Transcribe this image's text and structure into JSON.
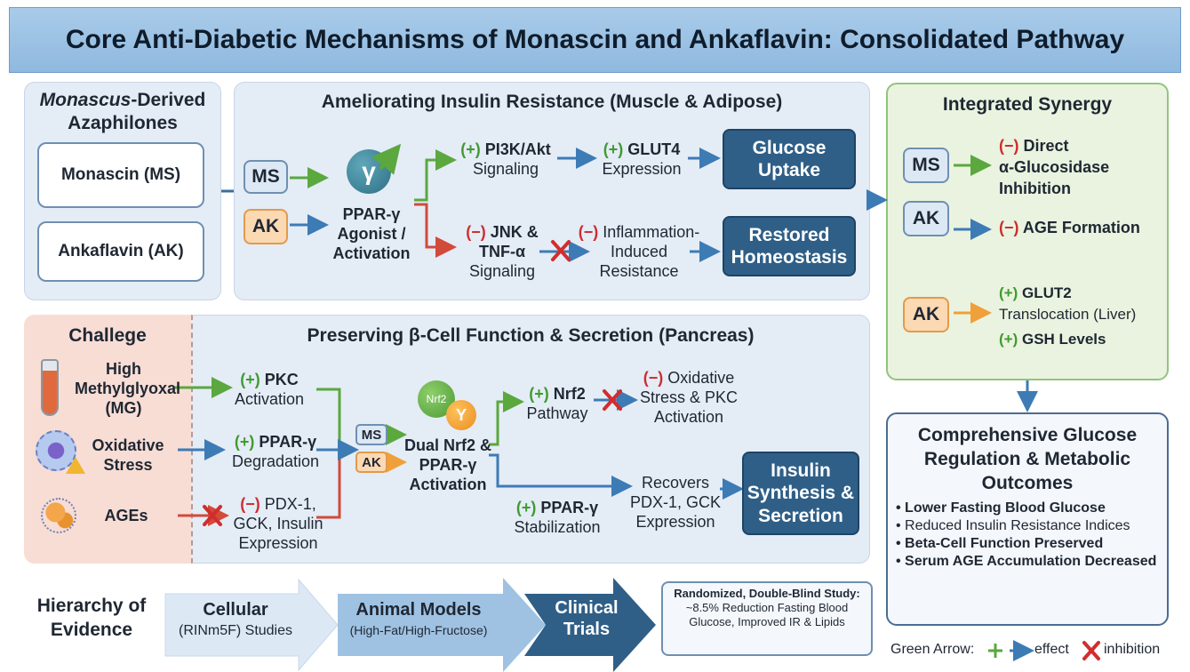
{
  "title": "Core Anti-Diabetic Mechanisms of Monascin and Ankaflavin: Consolidated Pathway",
  "azaphilones": {
    "heading_italic": "Monascus",
    "heading_rest": "-Derived",
    "heading_line2": "Azaphilones",
    "monascin": "Monascin (MS)",
    "ankaflavin": "Ankaflavin (AK)"
  },
  "insulin_resistance": {
    "heading": "Ameliorating Insulin Resistance (Muscle & Adipose)",
    "ms": "MS",
    "ak": "AK",
    "ppar_label": "PPAR-γ Agonist / Activation",
    "ppar_glyph": "γ",
    "pi3k_sign": "(+)",
    "pi3k": "PI3K/Akt",
    "pi3k_sub": "Signaling",
    "glut4_sign": "(+)",
    "glut4": "GLUT4",
    "glut4_sub": "Expression",
    "glucose_uptake": "Glucose Uptake",
    "jnk_sign": "(−)",
    "jnk": "JNK &",
    "jnk_line2": "TNF-α",
    "jnk_sub": "Signaling",
    "inflam_sign": "(−)",
    "inflam": "Inflammation-",
    "inflam_line2": "Induced",
    "inflam_line3": "Resistance",
    "restored": "Restored Homeostasis"
  },
  "synergy": {
    "heading": "Integrated Synergy",
    "ms": "MS",
    "ak1": "AK",
    "ak2": "AK",
    "direct_sign": "(−)",
    "direct": "Direct",
    "direct_line2": "α-Glucosidase",
    "direct_line3": "Inhibition",
    "age_sign": "(−)",
    "age": "AGE Formation",
    "glut2_sign": "(+)",
    "glut2": "GLUT2",
    "glut2_sub": "Translocation (Liver)",
    "gsh_sign": "(+)",
    "gsh": "GSH Levels"
  },
  "challenge": {
    "heading": "Challege",
    "mg": "High Methylglyoxal (MG)",
    "oxidative": "Oxidative Stress",
    "ages": "AGEs"
  },
  "beta_cell": {
    "heading": "Preserving β-Cell Function & Secretion (Pancreas)",
    "pkc_sign": "(+)",
    "pkc": "PKC",
    "pkc_sub": "Activation",
    "pparg_sign": "(+)",
    "pparg": "PPAR-γ",
    "pparg_sub": "Degradation",
    "pdx_sign": "(−)",
    "pdx": "PDX-1,",
    "pdx_line2": "GCK, Insulin",
    "pdx_line3": "Expression",
    "ms": "MS",
    "ak": "AK",
    "nrf2_glyph": "Nrf2",
    "y_glyph": "Y",
    "dual": "Dual Nrf2 & PPAR-γ Activation",
    "nrf2_sign": "(+)",
    "nrf2": "Nrf2",
    "nrf2_sub": "Pathway",
    "oxi_sign": "(−)",
    "oxi": "Oxidative",
    "oxi_line2": "Stress & PKC",
    "oxi_line3": "Activation",
    "stab_sign": "(+)",
    "stab": "PPAR-γ",
    "stab_sub": "Stabilization",
    "recovers": "Recovers",
    "recovers_line2": "PDX-1, GCK",
    "recovers_line3": "Expression",
    "insulin": "Insulin Synthesis & Secretion"
  },
  "outcomes": {
    "heading": "Comprehensive Glucose Regulation & Metabolic Outcomes",
    "items": [
      "Lower Fasting Blood Glucose",
      "Reduced Insulin Resistance Indices",
      "Beta-Cell Function Preserved",
      "Serum AGE Accumulation Decreased"
    ]
  },
  "evidence": {
    "heading": "Hierarchy of Evidence",
    "cellular": "Cellular",
    "cellular_sub": "(RINm5F) Studies",
    "animal": "Animal Models",
    "animal_sub": "(High-Fat/High-Fructose)",
    "clinical": "Clinical Trials",
    "study_title": "Randomized, Double-Blind Study:",
    "study_body": "~8.5% Reduction Fasting Blood Glucose, Improved IR & Lipids"
  },
  "legend": {
    "green": "Green Arrow:",
    "effect": "effect",
    "inhibition": "inhibition"
  },
  "colors": {
    "green_arrow": "#5aa83e",
    "blue_arrow": "#3d7bb5",
    "red_arrow": "#d24a3a",
    "orange_arrow": "#f0a03a",
    "dark_box": "#2f5f87"
  }
}
